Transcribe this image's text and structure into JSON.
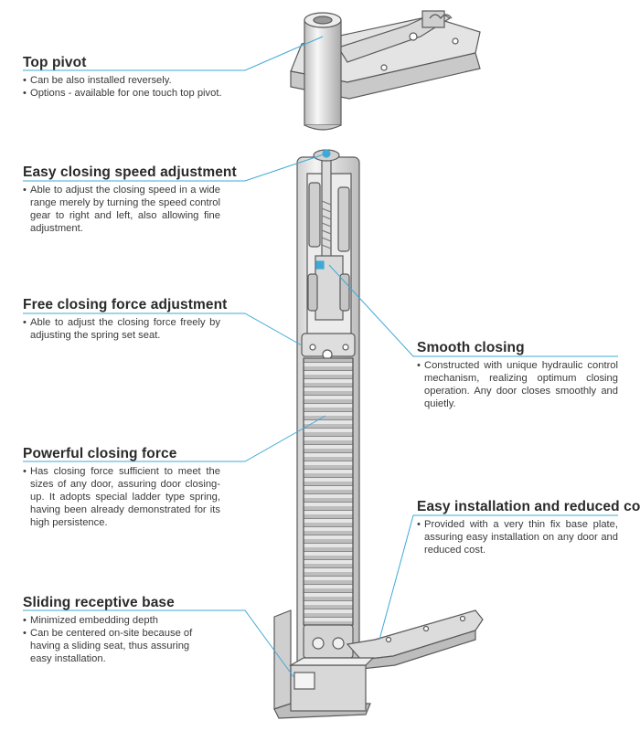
{
  "features": {
    "top_pivot": {
      "title": "Top pivot",
      "bullets": [
        "Can be also installed reversely.",
        "Options - available for one touch top pivot."
      ]
    },
    "speed": {
      "title": "Easy closing speed adjustment",
      "bullets": [
        "Able to adjust the closing speed in a wide range merely by turning the speed control gear to right and left, also allowing fine adjustment."
      ]
    },
    "force": {
      "title": "Free closing force adjustment",
      "bullets": [
        "Able to adjust the closing force freely by adjusting the spring set seat."
      ]
    },
    "smooth": {
      "title": "Smooth closing",
      "bullets": [
        "Constructed with unique hydraulic control mechanism, realizing optimum closing operation. Any door closes smoothly and quietly."
      ]
    },
    "powerful": {
      "title": "Powerful closing force",
      "bullets": [
        "Has closing force sufficient to meet the sizes of any door, assuring door closing-up. It adopts special ladder type spring, having been already demonstrated for its high persistence."
      ]
    },
    "install": {
      "title": "Easy installation and reduced cost",
      "bullets": [
        "Provided with a very thin fix base plate, assuring easy installation on any door and reduced cost."
      ]
    },
    "sliding": {
      "title": "Sliding receptive base",
      "bullets": [
        "Minimized embedding depth",
        "Can be centered on-site because of having a sliding seat, thus assuring easy installation."
      ]
    }
  },
  "colors": {
    "leader": "#3fa9d6",
    "outline": "#5a5a5a",
    "metal_light": "#f2f2f2",
    "metal_mid": "#d6d6d6",
    "metal_dark": "#a8a8a8"
  }
}
